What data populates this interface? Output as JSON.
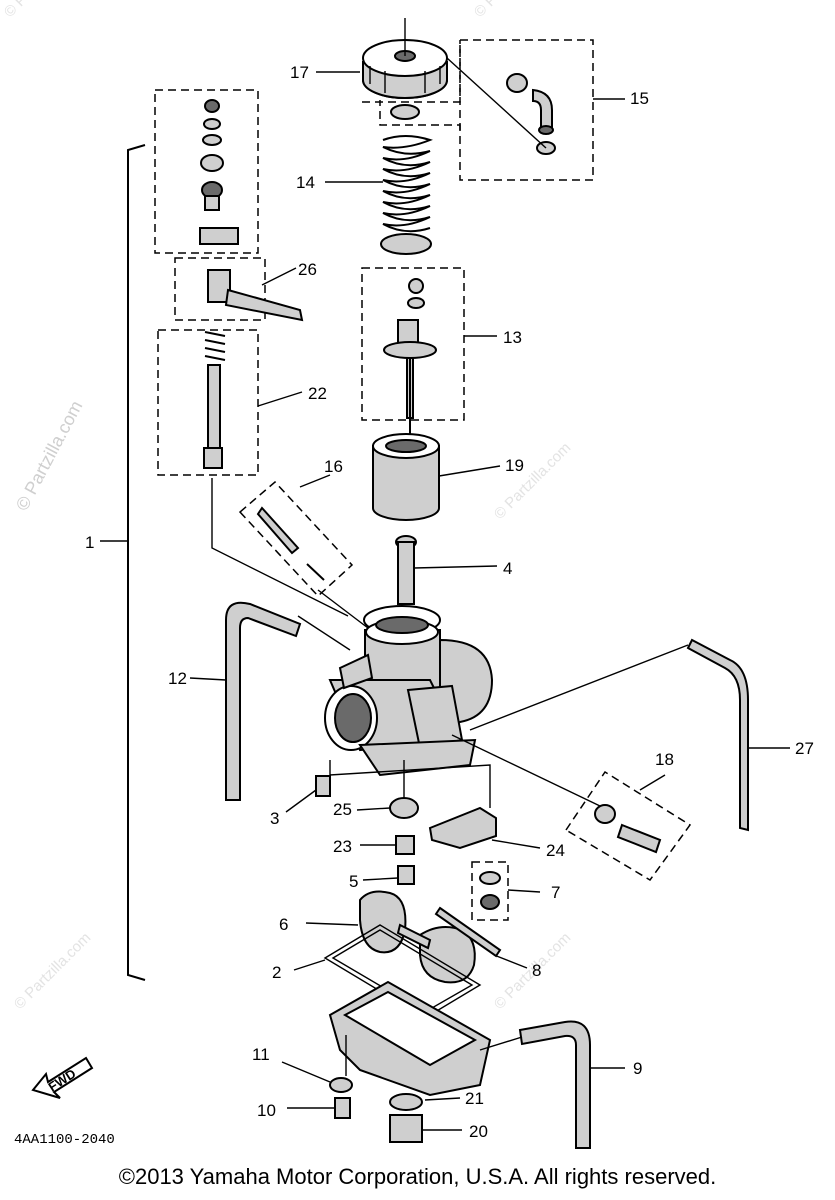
{
  "part_labels": {
    "p1": "1",
    "p2": "2",
    "p3": "3",
    "p4": "4",
    "p5": "5",
    "p6": "6",
    "p7": "7",
    "p8": "8",
    "p9": "9",
    "p10": "10",
    "p11": "11",
    "p12": "12",
    "p13": "13",
    "p14": "14",
    "p15": "15",
    "p16": "16",
    "p17": "17",
    "p18": "18",
    "p19": "19",
    "p20": "20",
    "p21": "21",
    "p22": "22",
    "p23": "23",
    "p24": "24",
    "p25": "25",
    "p26": "26",
    "p27": "27"
  },
  "watermark": "© Partzilla.com",
  "fwd_label": "FWD",
  "diagram_code": "4AA1100-2040",
  "copyright": "©2013 Yamaha Motor Corporation, U.S.A. All rights reserved."
}
